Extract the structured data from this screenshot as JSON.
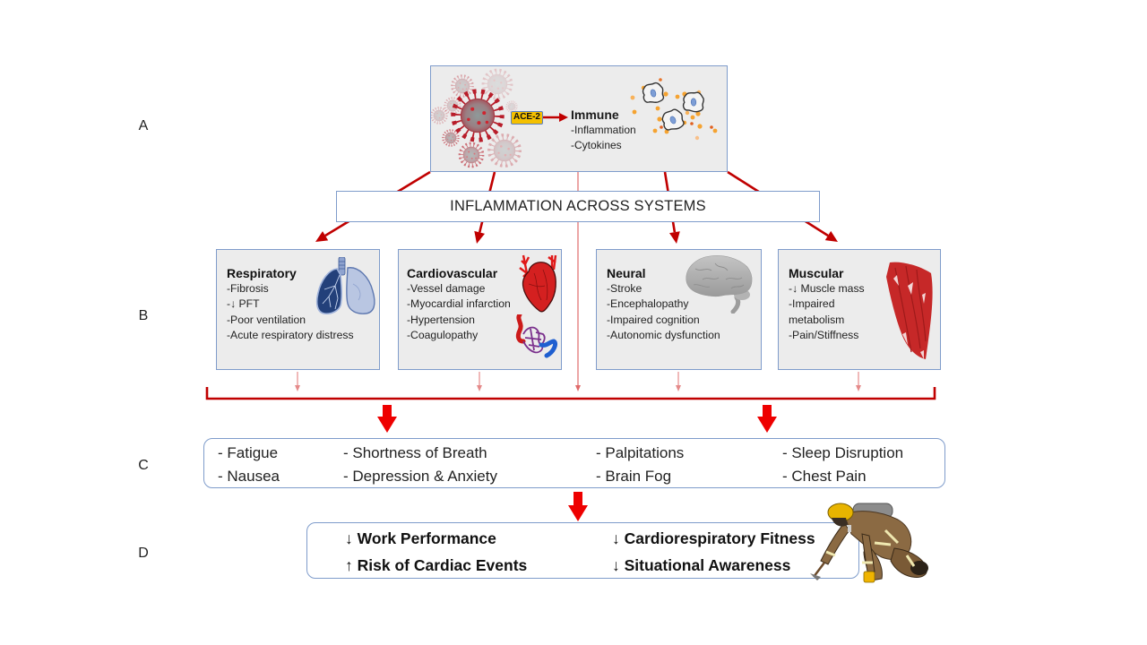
{
  "panel_labels": {
    "a": "A",
    "b": "B",
    "c": "C",
    "d": "D"
  },
  "top": {
    "badge": "ACE-2",
    "title": "Immune",
    "items": [
      "-Inflammation",
      "-Cytokines"
    ],
    "icons": [
      "virus-icon",
      "immune-cell-icon",
      "cytokine-dots"
    ]
  },
  "banner": "INFLAMMATION ACROSS SYSTEMS",
  "systems": [
    {
      "title": "Respiratory",
      "icon": "lungs-icon",
      "items": [
        "-Fibrosis",
        "-↓ PFT",
        "-Poor ventilation",
        "-Acute respiratory distress"
      ]
    },
    {
      "title": "Cardiovascular",
      "icon": "heart-icon",
      "items": [
        "-Vessel damage",
        "-Myocardial infarction",
        "-Hypertension",
        "-Coagulopathy"
      ]
    },
    {
      "title": "Neural",
      "icon": "brain-icon",
      "items": [
        "-Stroke",
        "-Encephalopathy",
        "-Impaired cognition",
        "-Autonomic dysfunction"
      ]
    },
    {
      "title": "Muscular",
      "icon": "muscle-icon",
      "items": [
        "-↓ Muscle mass",
        "-Impaired metabolism",
        "-Pain/Stiffness"
      ]
    }
  ],
  "symptoms": {
    "columns": [
      [
        "- Fatigue",
        "- Nausea"
      ],
      [
        "- Shortness of Breath",
        "- Depression & Anxiety"
      ],
      [
        "- Palpitations",
        "- Brain Fog"
      ],
      [
        "- Sleep Disruption",
        "- Chest Pain"
      ]
    ]
  },
  "outcomes": {
    "columns": [
      [
        "↓ Work Performance",
        "↑ Risk of Cardiac Events"
      ],
      [
        "↓ Cardiorespiratory Fitness",
        "↓ Situational Awareness"
      ]
    ],
    "icon": "firefighter-icon"
  },
  "colors": {
    "connector_red": "#c00000",
    "big_arrow_red": "#ee0000",
    "minor_arrow_pink": "#e58a8a",
    "box_border": "#7f9ccb",
    "box_fill": "#ececec",
    "badge_fill": "#f4c000"
  }
}
